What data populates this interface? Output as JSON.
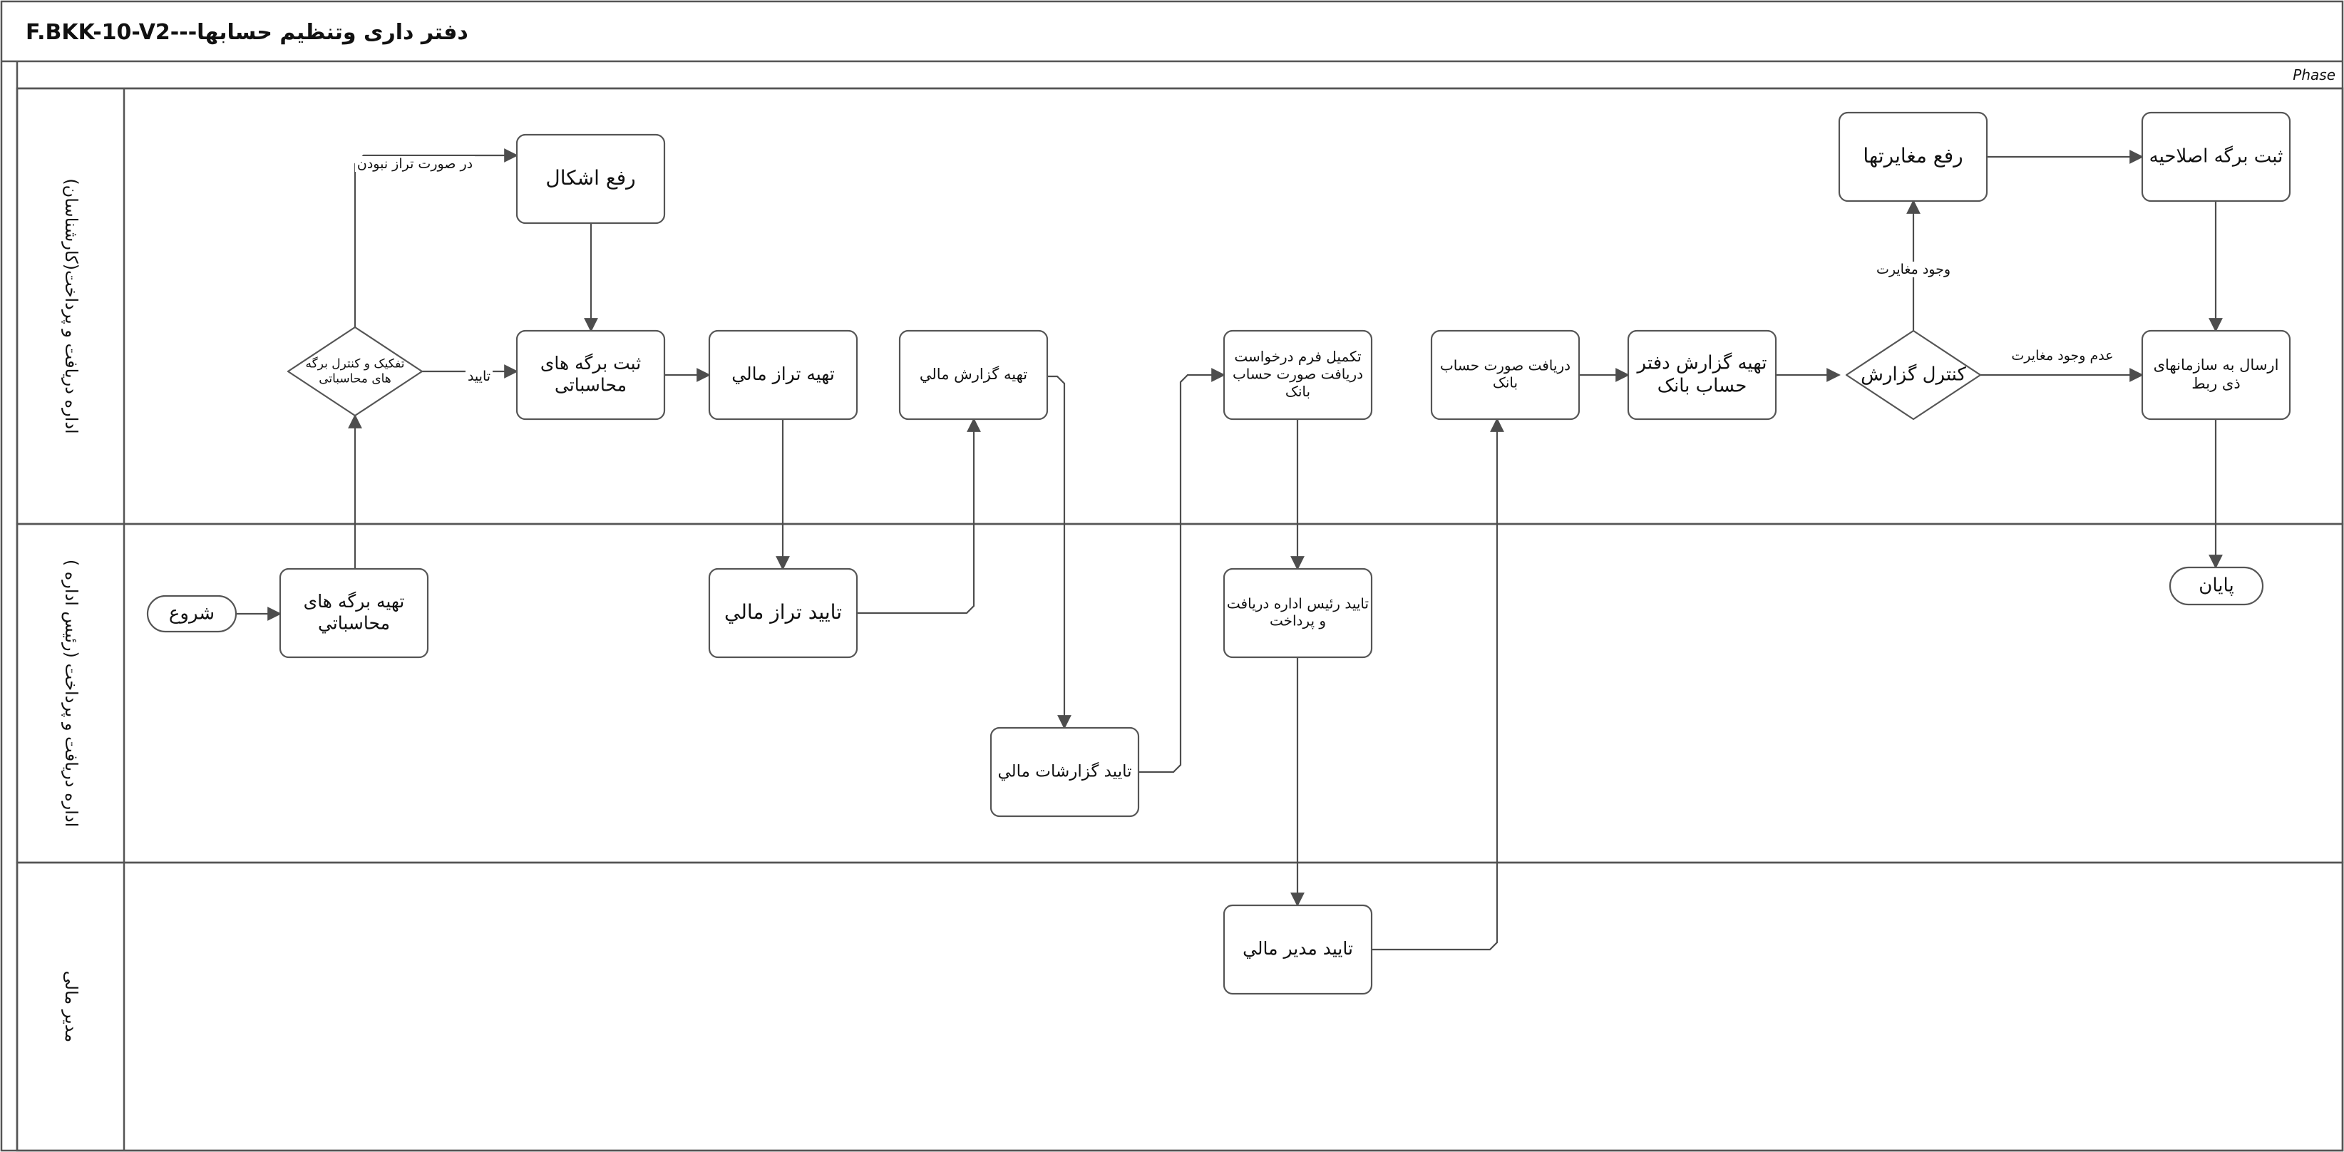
{
  "title": "F.BKK-10-V2---دفتر داری وتنظیم حسابها",
  "phase_label": "Phase",
  "colors": {
    "stroke": "#555555",
    "fill": "#ffffff",
    "text": "#111111"
  },
  "lanes": [
    {
      "id": "lane1",
      "label": "اداره دریافت و پرداخت(کارشناسان)"
    },
    {
      "id": "lane2",
      "label": "اداره دریافت و پرداخت (رئیس اداره )"
    },
    {
      "id": "lane3",
      "label": "مدیر مالی"
    }
  ],
  "nodes": [
    {
      "id": "start",
      "type": "terminal",
      "lines": [
        "شروع"
      ]
    },
    {
      "id": "prep_sheets",
      "type": "process",
      "lines": [
        "تهیه برگه های",
        "محاسباتي"
      ]
    },
    {
      "id": "check_sheets",
      "type": "decision",
      "lines": [
        "تفکیک و کنترل برگه",
        "های محاسباتی"
      ]
    },
    {
      "id": "fix_issues",
      "type": "process",
      "lines": [
        "رفع اشکال"
      ]
    },
    {
      "id": "record_sheets",
      "type": "process",
      "lines": [
        "ثبت برگه های",
        "محاسباتی"
      ]
    },
    {
      "id": "prep_balance",
      "type": "process",
      "lines": [
        "تهیه تراز مالي"
      ]
    },
    {
      "id": "approve_balance",
      "type": "process",
      "lines": [
        "تایید تراز مالي"
      ]
    },
    {
      "id": "prep_fin_report",
      "type": "process",
      "lines": [
        "تهیه گزارش مالي"
      ]
    },
    {
      "id": "approve_fin_reports",
      "type": "process",
      "lines": [
        "تاييد گزارشات مالي"
      ]
    },
    {
      "id": "complete_form",
      "type": "process",
      "lines": [
        "تکمیل فرم درخواست",
        "دریافت صورت حساب",
        "بانک"
      ]
    },
    {
      "id": "approve_head",
      "type": "process",
      "lines": [
        "تایید رئیس اداره دریافت",
        "و پرداخت"
      ]
    },
    {
      "id": "approve_cfo",
      "type": "process",
      "lines": [
        "تاييد مدير مالي"
      ]
    },
    {
      "id": "receive_statement",
      "type": "process",
      "lines": [
        "دریافت صورت حساب",
        "بانک"
      ]
    },
    {
      "id": "prep_bank_report",
      "type": "process",
      "lines": [
        "تهیه گزارش دفتر",
        "حساب بانک"
      ]
    },
    {
      "id": "control_report",
      "type": "decision",
      "lines": [
        "کنترل گزارش"
      ]
    },
    {
      "id": "resolve_discrepancy",
      "type": "process",
      "lines": [
        "رفع مغایرتها"
      ]
    },
    {
      "id": "record_correction",
      "type": "process",
      "lines": [
        "ثبت برگه اصلاحیه"
      ]
    },
    {
      "id": "send_orgs",
      "type": "process",
      "lines": [
        "ارسال به سازمانهای",
        "ذی ربط"
      ]
    },
    {
      "id": "end",
      "type": "terminal",
      "lines": [
        "پایان"
      ]
    }
  ],
  "edges": [
    {
      "from": "start",
      "to": "prep_sheets",
      "label": ""
    },
    {
      "from": "prep_sheets",
      "to": "check_sheets",
      "label": ""
    },
    {
      "from": "check_sheets",
      "to": "fix_issues",
      "label": "در صورت تراز نبودن"
    },
    {
      "from": "check_sheets",
      "to": "record_sheets",
      "label": "تایید"
    },
    {
      "from": "fix_issues",
      "to": "record_sheets",
      "label": ""
    },
    {
      "from": "record_sheets",
      "to": "prep_balance",
      "label": ""
    },
    {
      "from": "prep_balance",
      "to": "approve_balance",
      "label": ""
    },
    {
      "from": "approve_balance",
      "to": "prep_fin_report",
      "label": ""
    },
    {
      "from": "prep_fin_report",
      "to": "approve_fin_reports",
      "label": ""
    },
    {
      "from": "approve_fin_reports",
      "to": "complete_form",
      "label": ""
    },
    {
      "from": "complete_form",
      "to": "approve_head",
      "label": ""
    },
    {
      "from": "approve_head",
      "to": "approve_cfo",
      "label": ""
    },
    {
      "from": "approve_cfo",
      "to": "receive_statement",
      "label": ""
    },
    {
      "from": "receive_statement",
      "to": "prep_bank_report",
      "label": ""
    },
    {
      "from": "prep_bank_report",
      "to": "control_report",
      "label": ""
    },
    {
      "from": "control_report",
      "to": "resolve_discrepancy",
      "label": "وجود مغایرت"
    },
    {
      "from": "control_report",
      "to": "send_orgs",
      "label": "عدم وجود مغایرت"
    },
    {
      "from": "resolve_discrepancy",
      "to": "record_correction",
      "label": ""
    },
    {
      "from": "record_correction",
      "to": "send_orgs",
      "label": ""
    },
    {
      "from": "send_orgs",
      "to": "end",
      "label": ""
    }
  ]
}
